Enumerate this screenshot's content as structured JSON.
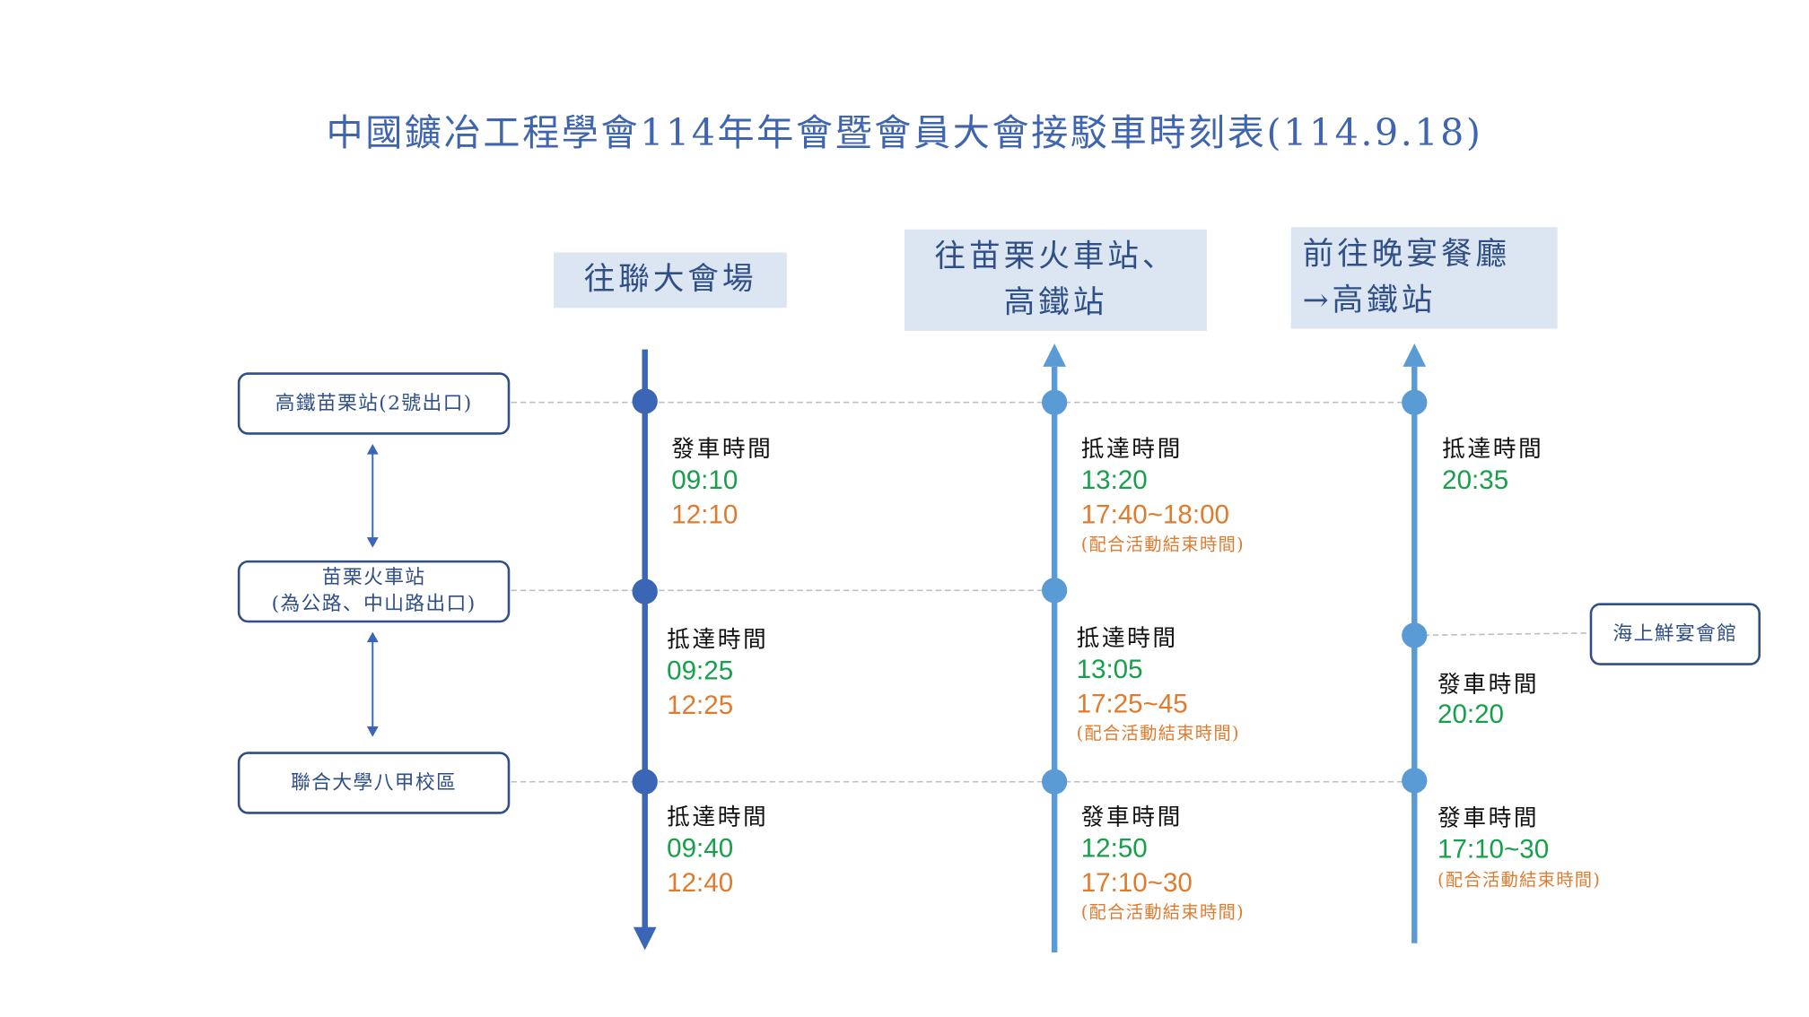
{
  "title": "中國鑛冶工程學會114年年會暨會員大會接駁車時刻表(114.9.18)",
  "headers": {
    "col1": "往聯大會場",
    "col2_line1": "往苗栗火車站、",
    "col2_line2": "高鐵站",
    "col3_line1": "前往晚宴餐廳",
    "col3_line2": "→高鐵站"
  },
  "stations": {
    "hsr": "高鐵苗栗站(2號出口)",
    "train_line1": "苗栗火車站",
    "train_line2": "(為公路、中山路出口)",
    "campus": "聯合大學八甲校區",
    "restaurant": "海上鮮宴會館"
  },
  "col1": {
    "hsr": {
      "label": "發車時間",
      "t1": "09:10",
      "t2": "12:10"
    },
    "train": {
      "label": "抵達時間",
      "t1": "09:25",
      "t2": "12:25"
    },
    "campus": {
      "label": "抵達時間",
      "t1": "09:40",
      "t2": "12:40"
    }
  },
  "col2": {
    "hsr": {
      "label": "抵達時間",
      "t1": "13:20",
      "t2": "17:40~18:00",
      "note": "(配合活動結束時間)"
    },
    "train": {
      "label": "抵達時間",
      "t1": "13:05",
      "t2": "17:25~45",
      "note": "(配合活動結束時間)"
    },
    "campus": {
      "label": "發車時間",
      "t1": "12:50",
      "t2": "17:10~30",
      "note": "(配合活動結束時間)"
    }
  },
  "col3": {
    "hsr": {
      "label": "抵達時間",
      "t1": "20:35"
    },
    "restaurant": {
      "label": "發車時間",
      "t1": "20:20"
    },
    "campus": {
      "label": "發車時間",
      "t1": "17:10~30",
      "note": "(配合活動結束時間)"
    }
  },
  "colors": {
    "title": "#3F65B0",
    "line_dark": "#3A66B5",
    "line_light": "#5B9BD5",
    "header_bg": "#DCE6F2",
    "green": "#16A04A",
    "orange": "#E07B2E"
  }
}
